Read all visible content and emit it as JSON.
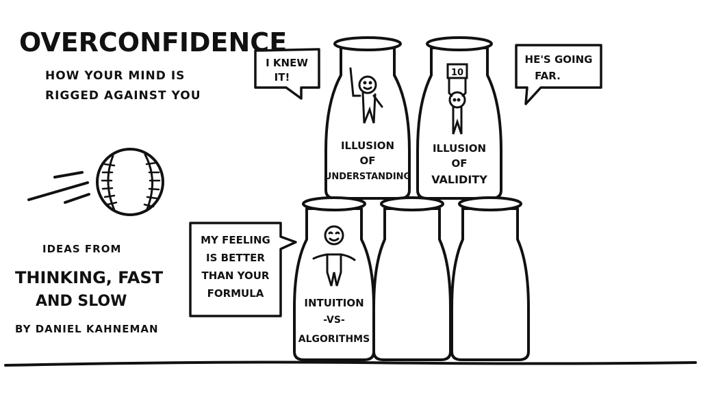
{
  "title": "OVERCONFIDENCE",
  "subtitle_line1": "HOW YOUR MIND IS",
  "subtitle_line2": "RIGGED AGAINST YOU",
  "source": {
    "intro": "IDEAS FROM",
    "book_line1": "THINKING, FAST",
    "book_line2": "AND SLOW",
    "author": "BY DANIEL KAHNEMAN"
  },
  "bottles": {
    "understanding": {
      "line1": "ILLUSION",
      "line2": "OF",
      "line3": "UNDERSTANDING"
    },
    "validity": {
      "line1": "ILLUSION",
      "line2": "OF",
      "line3": "VALIDITY",
      "sign": "10"
    },
    "intuition": {
      "line1": "INTUITION",
      "line2": "-VS-",
      "line3": "ALGORITHMS"
    }
  },
  "bubbles": {
    "knew": {
      "line1": "I KNEW",
      "line2": "IT!"
    },
    "going": {
      "line1": "HE'S GOING",
      "line2": "FAR."
    },
    "feeling": {
      "line1": "MY FEELING",
      "line2": "IS BETTER",
      "line3": "THAN YOUR",
      "line4": "FORMULA"
    }
  },
  "icons": {
    "ball": "baseball-icon"
  }
}
